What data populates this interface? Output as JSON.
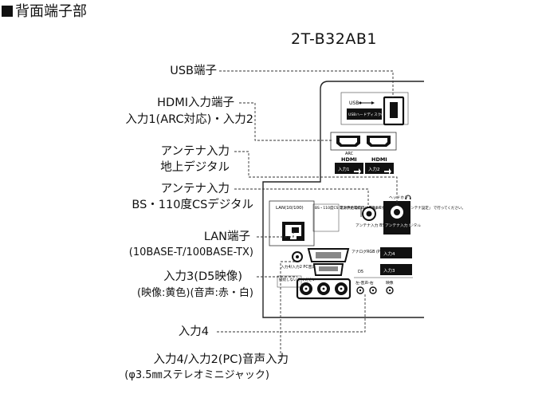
{
  "header": {
    "title": "背面端子部",
    "model": "2T-B32AB1"
  },
  "labels": {
    "usb": "USB端子",
    "hdmi_line1": "HDMI入力端子",
    "hdmi_line2": "入力1(ARC対応)・入力2",
    "antenna_terr_line1": "アンテナ入力",
    "antenna_terr_line2": "地上デジタル",
    "antenna_bs_line1": "アンテナ入力",
    "antenna_bs_line2": "BS・110度CSデジタル",
    "lan_line1": "LAN端子",
    "lan_line2": "(10BASE-T/100BASE-TX)",
    "input3_line1": "入力3(D5映像)",
    "input3_line2": "(映像:黄色)(音声:赤・白)",
    "input4": "入力4",
    "pc_audio_line1": "入力4/入力2(PC)音声入力",
    "pc_audio_line2": "(φ3.5㎜ステレオミニジャック)"
  },
  "panel": {
    "usb_label": "USB",
    "usb_note": "USBハードディスク(録画)用",
    "arc_label": "ARC",
    "hdmi_text_1": "HDMI",
    "hdmi_text_2": "HDMI",
    "hdmi_input_1": "入力1",
    "hdmi_input_2": "入力2",
    "lan_label": "LAN(10/100)",
    "bs_notice": "BS・110度CS アンテナ電源の 入/切は「ホーム」内の 「アンテナ設定」 で行ってください。",
    "power_label": "電源供給 DC15V 最大4W",
    "bs_antenna_label": "アンテナ入力 BS・110度CS デジタル",
    "terr_antenna_label": "アンテナ入力 地上デジタル",
    "headphone_label": "ヘッドホン",
    "pc_rgb_label": "アナログRGB (PC入力)",
    "input4_label": "入力4",
    "input3_label": "入力3",
    "d5_label": "D5",
    "pc_audio_label": "入力4/入力2 PC音声入力",
    "pc_audio_note": "接続しないで ください",
    "audio_lr_label": "左-音声-右",
    "video_label": "映像"
  }
}
